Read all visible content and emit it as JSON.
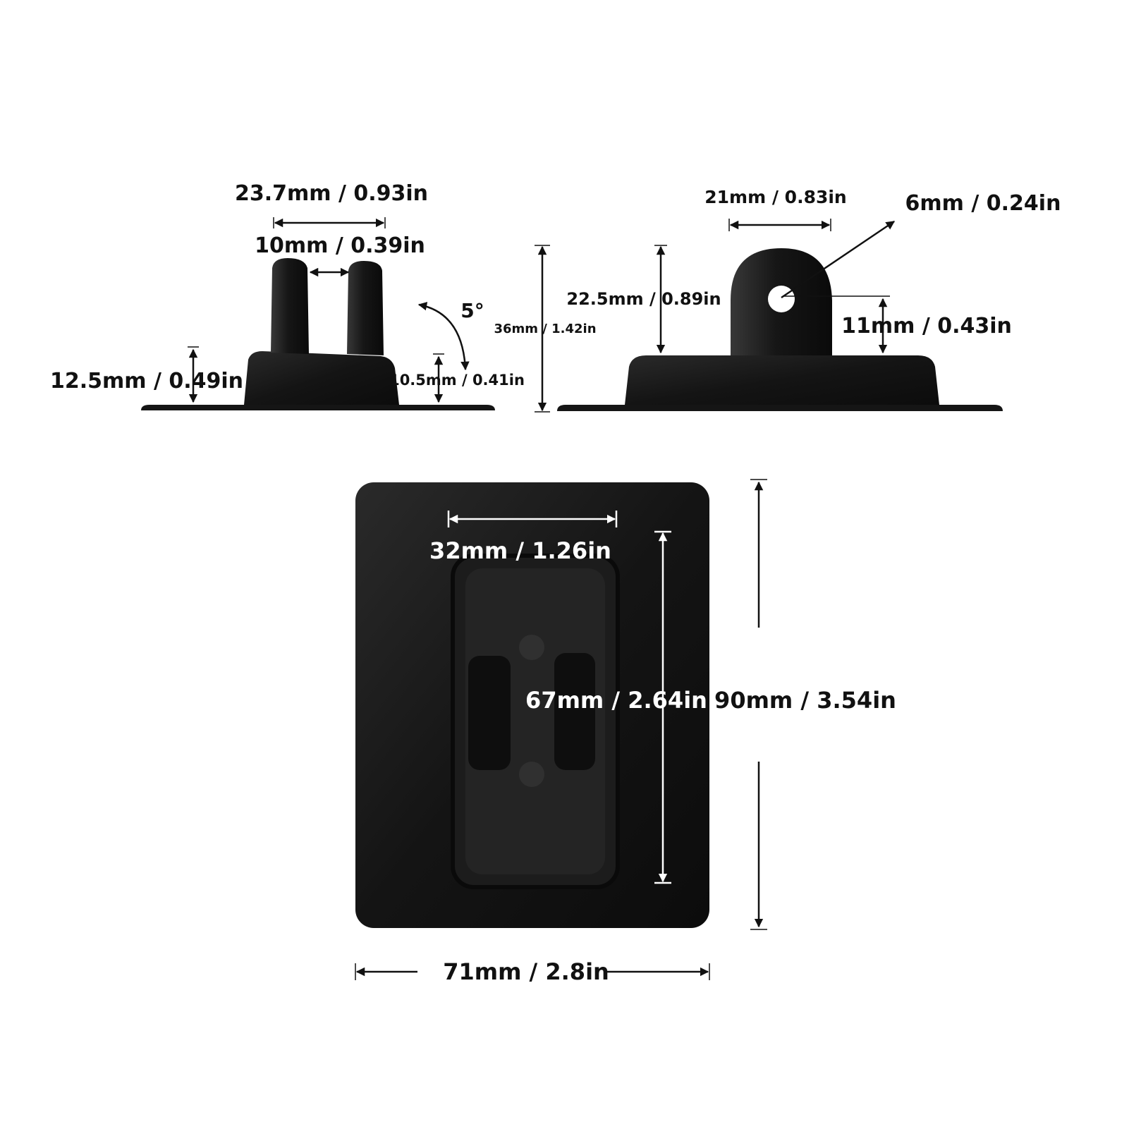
{
  "side_view": {
    "width_total": "23.7mm / 0.93in",
    "gap_between_ears": "10mm / 0.39in",
    "angle": "5°",
    "base_height_left": "12.5mm / 0.49in",
    "base_height_right": "10.5mm / 0.41in"
  },
  "front_view": {
    "total_height": "36mm / 1.42in",
    "ear_height": "22.5mm / 0.89in",
    "ear_width": "21mm / 0.83in",
    "hole_diameter": "6mm / 0.24in",
    "hole_height": "11mm / 0.43in"
  },
  "top_view": {
    "inner_width": "32mm / 1.26in",
    "inner_length": "67mm / 2.64in",
    "overall_length": "90mm / 3.54in",
    "overall_width": "71mm / 2.8in"
  },
  "colors": {
    "part": "#141414",
    "part_highlight": "#2e2e2e",
    "ink": "#111111"
  }
}
